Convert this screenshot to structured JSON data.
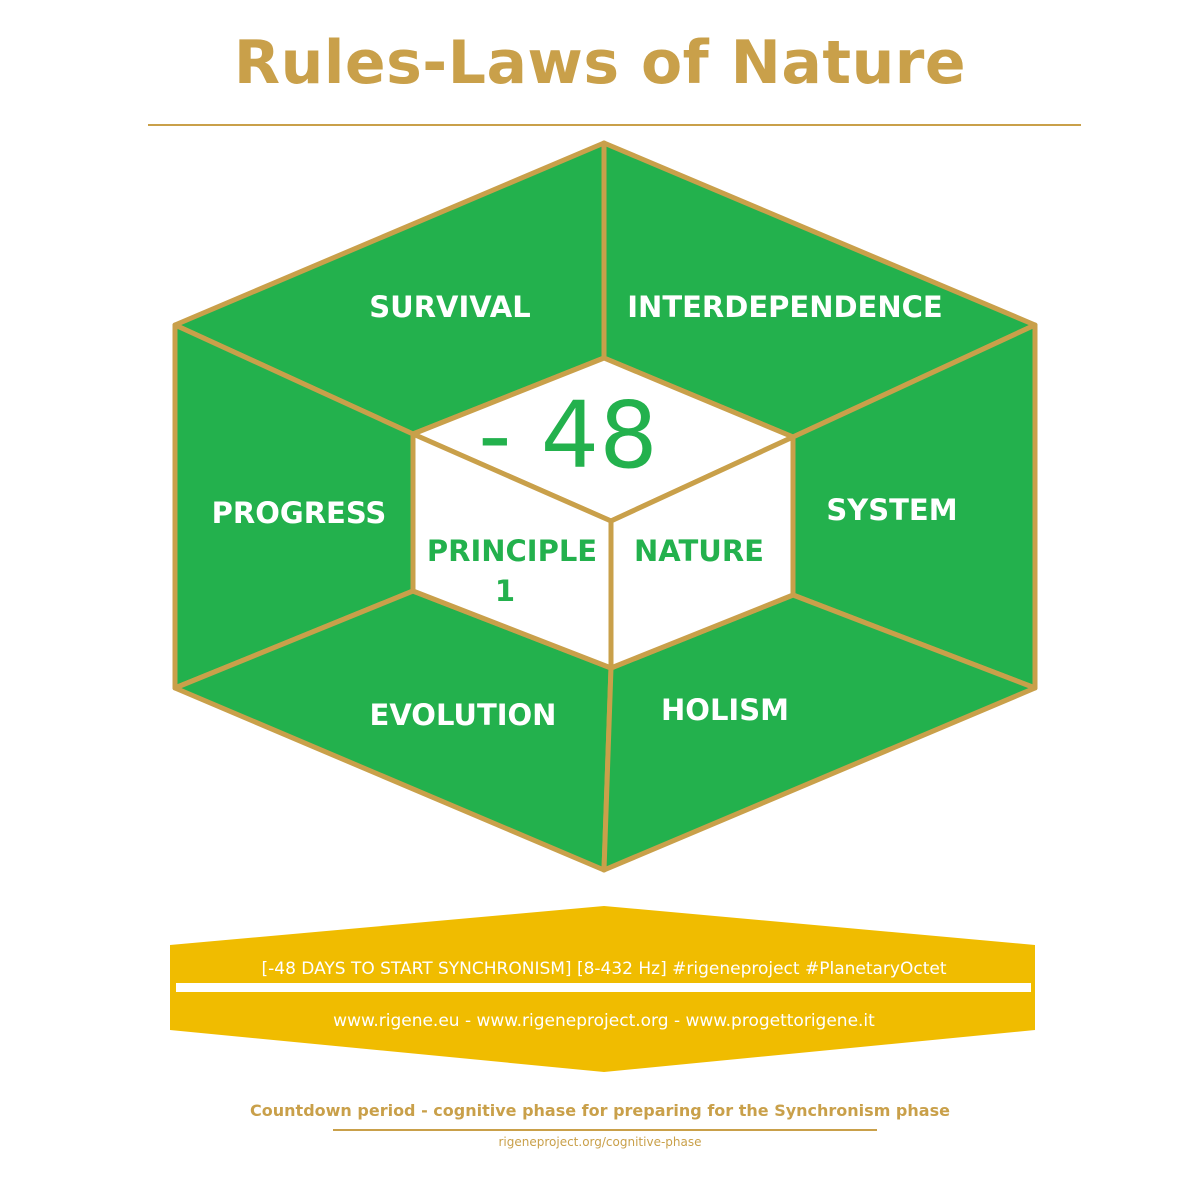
{
  "title": "Rules-Laws of Nature",
  "colors": {
    "gold": "#c9a04a",
    "green": "#23b14d",
    "banner": "#f0bc00",
    "white": "#ffffff"
  },
  "faces": {
    "survival": "SURVIVAL",
    "interdependence": "INTERDEPENDENCE",
    "progress": "PROGRESS",
    "system": "SYSTEM",
    "evolution": "EVOLUTION",
    "holism": "HOLISM"
  },
  "center": {
    "countdown": "- 48",
    "principle_line1": "PRINCIPLE",
    "principle_line2": "1",
    "nature": "NATURE"
  },
  "banner": {
    "line1": "[-48 DAYS TO START SYNCHRONISM] [8-432 Hz] #rigeneproject #PlanetaryOctet",
    "line2": "www.rigene.eu - www.rigeneproject.org - www.progettorigene.it"
  },
  "footer": {
    "description": "Countdown period - cognitive phase for preparing for the Synchronism phase",
    "url": "rigeneproject.org/cognitive-phase"
  }
}
